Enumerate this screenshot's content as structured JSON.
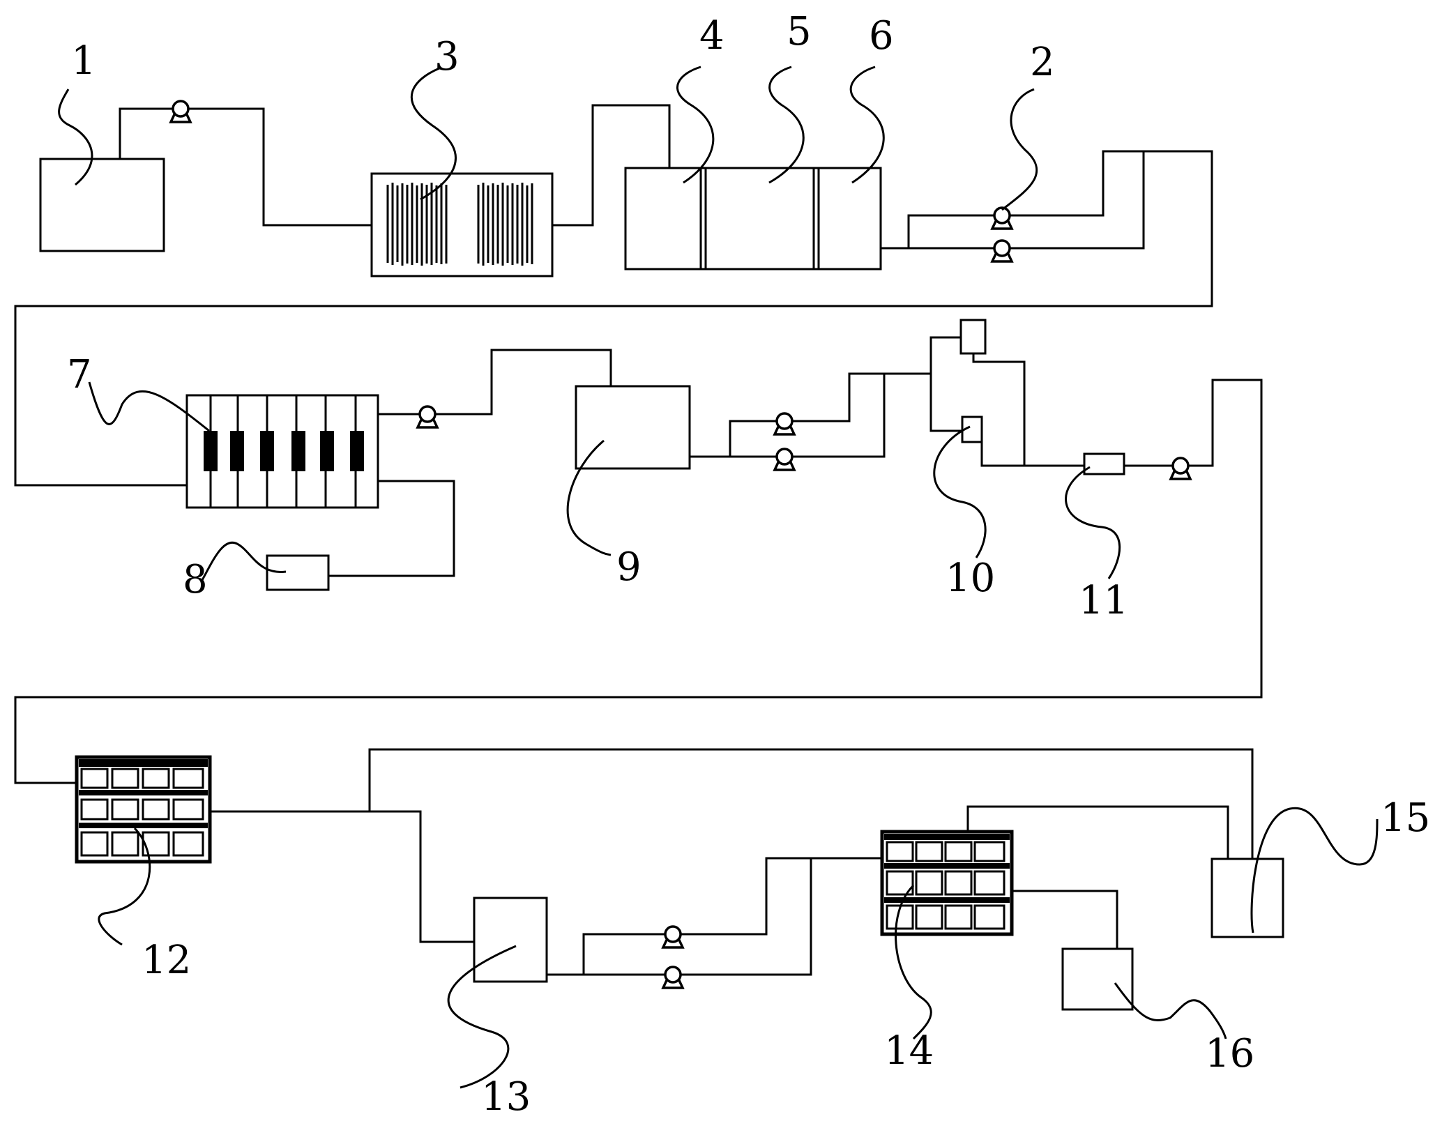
{
  "labels": {
    "l1": "1",
    "l2": "2",
    "l3": "3",
    "l4": "4",
    "l5": "5",
    "l6": "6",
    "l7": "7",
    "l8": "8",
    "l9": "9",
    "l10": "10",
    "l11": "11",
    "l12": "12",
    "l13": "13",
    "l14": "14",
    "l15": "15",
    "l16": "16"
  },
  "colors": {
    "line": "#000000",
    "background": "#ffffff"
  }
}
